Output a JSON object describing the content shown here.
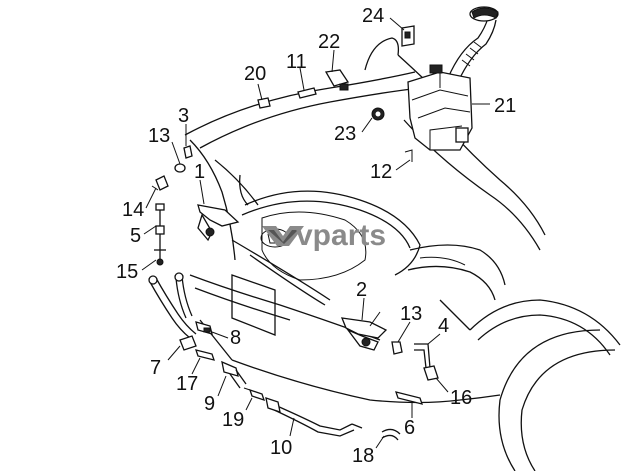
{
  "watermark": {
    "text": "vparts",
    "logo": "v-chevron-icon"
  },
  "callouts": [
    {
      "id": "c24",
      "label": "24"
    },
    {
      "id": "c22",
      "label": "22"
    },
    {
      "id": "c11",
      "label": "11"
    },
    {
      "id": "c20",
      "label": "20"
    },
    {
      "id": "c21",
      "label": "21"
    },
    {
      "id": "c3",
      "label": "3"
    },
    {
      "id": "c13a",
      "label": "13"
    },
    {
      "id": "c23",
      "label": "23"
    },
    {
      "id": "c1",
      "label": "1"
    },
    {
      "id": "c12",
      "label": "12"
    },
    {
      "id": "c14",
      "label": "14"
    },
    {
      "id": "c5",
      "label": "5"
    },
    {
      "id": "c15",
      "label": "15"
    },
    {
      "id": "c2",
      "label": "2"
    },
    {
      "id": "c13b",
      "label": "13"
    },
    {
      "id": "c4",
      "label": "4"
    },
    {
      "id": "c8",
      "label": "8"
    },
    {
      "id": "c7",
      "label": "7"
    },
    {
      "id": "c17",
      "label": "17"
    },
    {
      "id": "c16",
      "label": "16"
    },
    {
      "id": "c9",
      "label": "9"
    },
    {
      "id": "c19",
      "label": "19"
    },
    {
      "id": "c6",
      "label": "6"
    },
    {
      "id": "c10",
      "label": "10"
    },
    {
      "id": "c18",
      "label": "18"
    }
  ]
}
